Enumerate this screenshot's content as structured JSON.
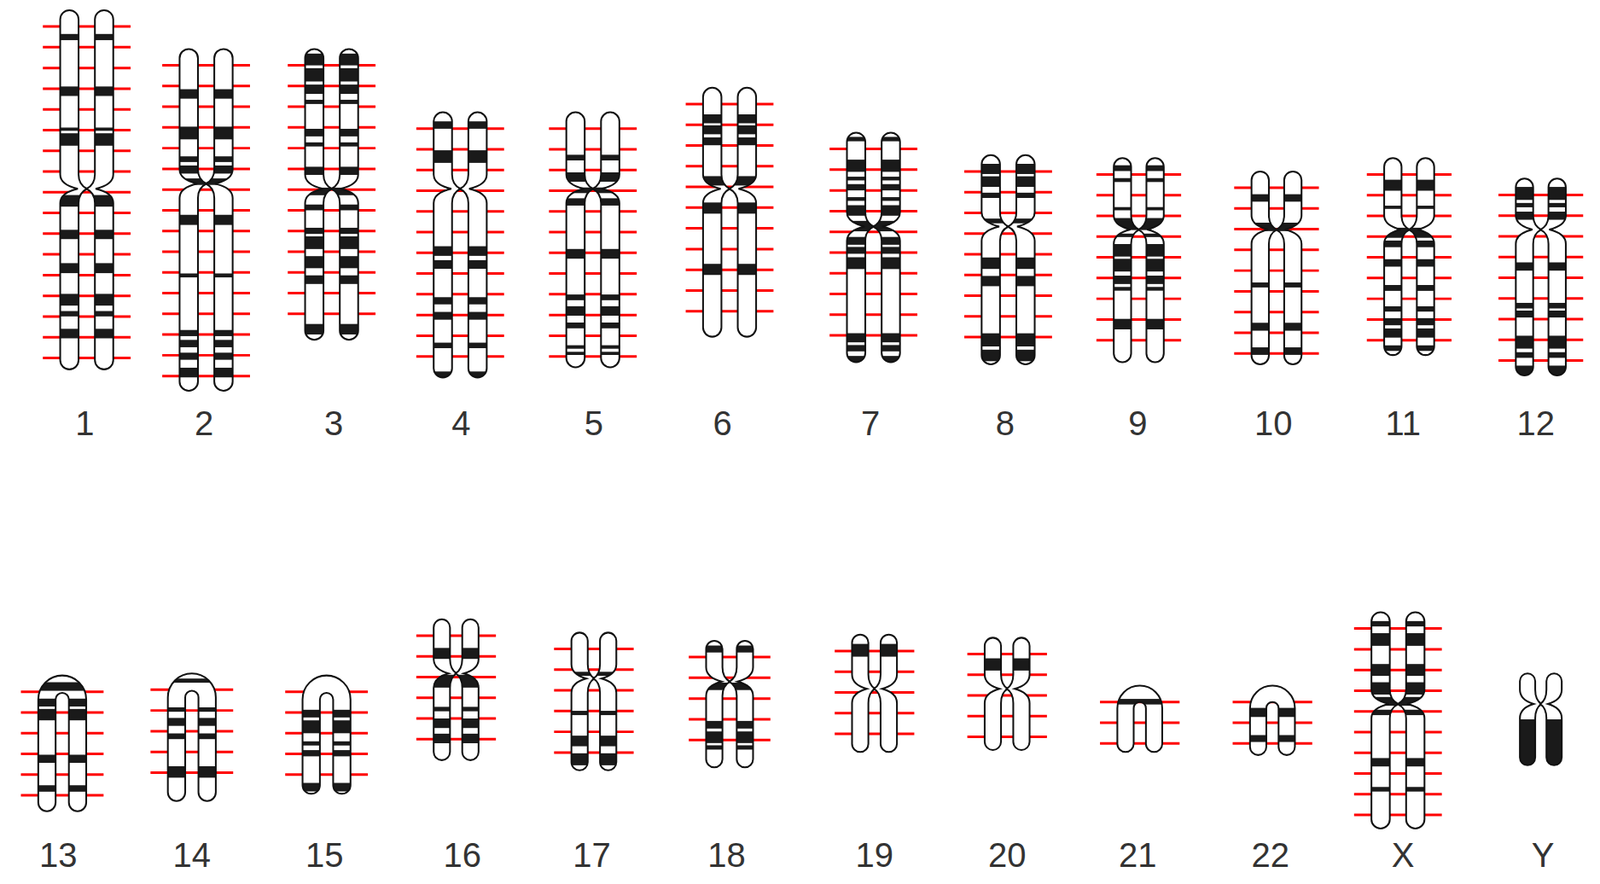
{
  "diagram": {
    "labels": [
      "1",
      "2",
      "3",
      "4",
      "5",
      "6",
      "7",
      "8",
      "9",
      "10",
      "11",
      "12",
      "13",
      "14",
      "15",
      "16",
      "17",
      "18",
      "19",
      "20",
      "21",
      "22",
      "X",
      "Y"
    ]
  }
}
